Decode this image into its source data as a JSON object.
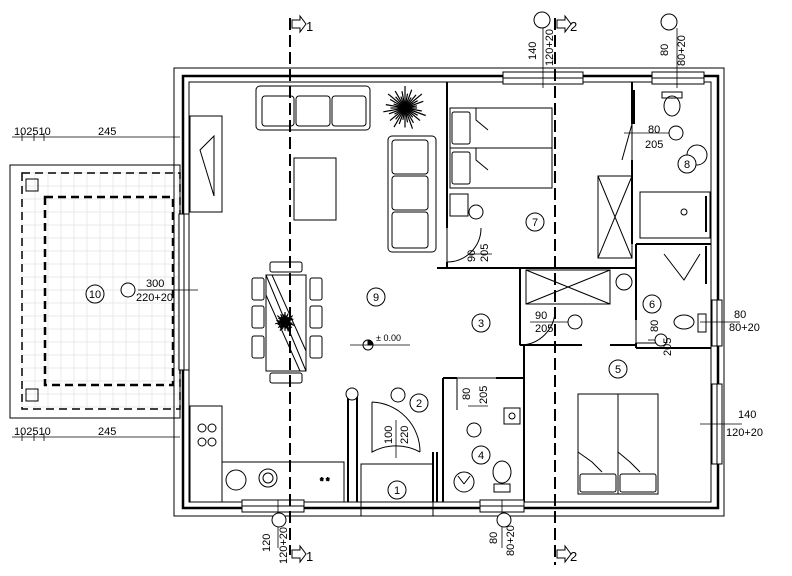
{
  "sections": {
    "s1_top": "1",
    "s2_top": "2",
    "s1_bottom": "1",
    "s2_bottom": "2"
  },
  "dimensions": {
    "top_window_bedroom_w": "140",
    "top_window_bedroom_h": "120+20",
    "top_window_bath_w": "80",
    "top_window_bath_h": "80+20",
    "door_bath_w": "80",
    "door_bath_h": "205",
    "door_bedroom7_w": "90",
    "door_bedroom7_h": "205",
    "door_hall_w": "90",
    "door_hall_h": "205",
    "door_wc6_w": "80",
    "door_wc6_h": "205",
    "door_bath4_w": "80",
    "door_bath4_h": "205",
    "entrance_door_w": "100",
    "entrance_door_h": "220",
    "terrace_door_w": "300",
    "terrace_door_h": "220+20",
    "right_window_6_w": "80",
    "right_window_6_h": "80+20",
    "right_window_5_w": "140",
    "right_window_5_h": "120+20",
    "bottom_window_kitchen_w": "120",
    "bottom_window_kitchen_h": "120+20",
    "bottom_window_bath4_w": "80",
    "bottom_window_bath4_h": "80+20",
    "terrace_top_a": "102510",
    "terrace_top_b": "245",
    "terrace_bottom_a": "102510",
    "terrace_bottom_b": "245",
    "elevation": "± 0.00"
  },
  "rooms": {
    "r1": "1",
    "r2": "2",
    "r3": "3",
    "r4": "4",
    "r5": "5",
    "r6": "6",
    "r7": "7",
    "r8": "8",
    "r9": "9",
    "r10": "10"
  },
  "colors": {
    "line": "#000000",
    "terrace_grid": "#e0e0e0"
  }
}
